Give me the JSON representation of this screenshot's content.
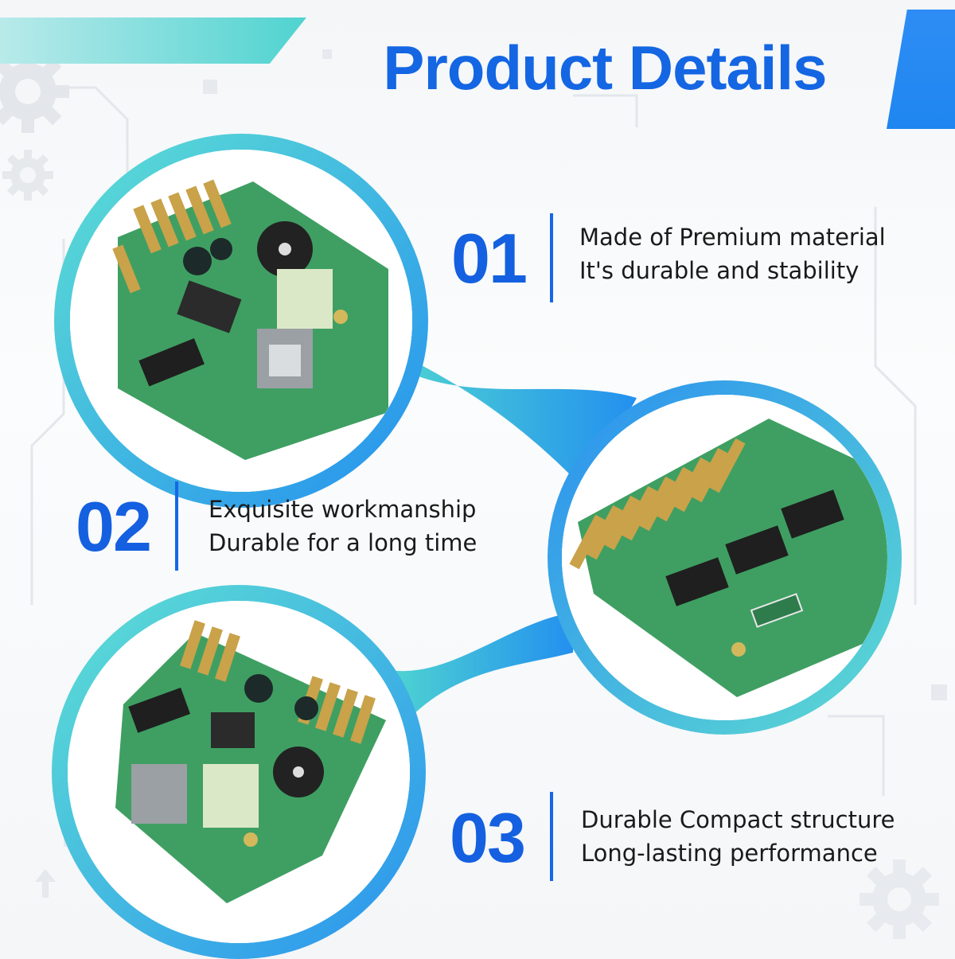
{
  "header": {
    "title": "Product Details"
  },
  "features": [
    {
      "number": "01",
      "line1": "Made of Premium material",
      "line2": "It's durable and stability"
    },
    {
      "number": "02",
      "line1": "Exquisite workmanship",
      "line2": "Durable for a long time"
    },
    {
      "number": "03",
      "line1": "Durable Compact structure",
      "line2": "Long-lasting performance"
    }
  ],
  "colors": {
    "title_blue": "#1466e3",
    "ring_teal": "#4fd8cf",
    "ring_blue": "#1f86f0",
    "pcb_green": "#3f9f62",
    "gold_contact": "#c9a24a"
  },
  "icons": [
    "gear-icon",
    "circuit-trace-icon",
    "arrow-up-icon"
  ]
}
